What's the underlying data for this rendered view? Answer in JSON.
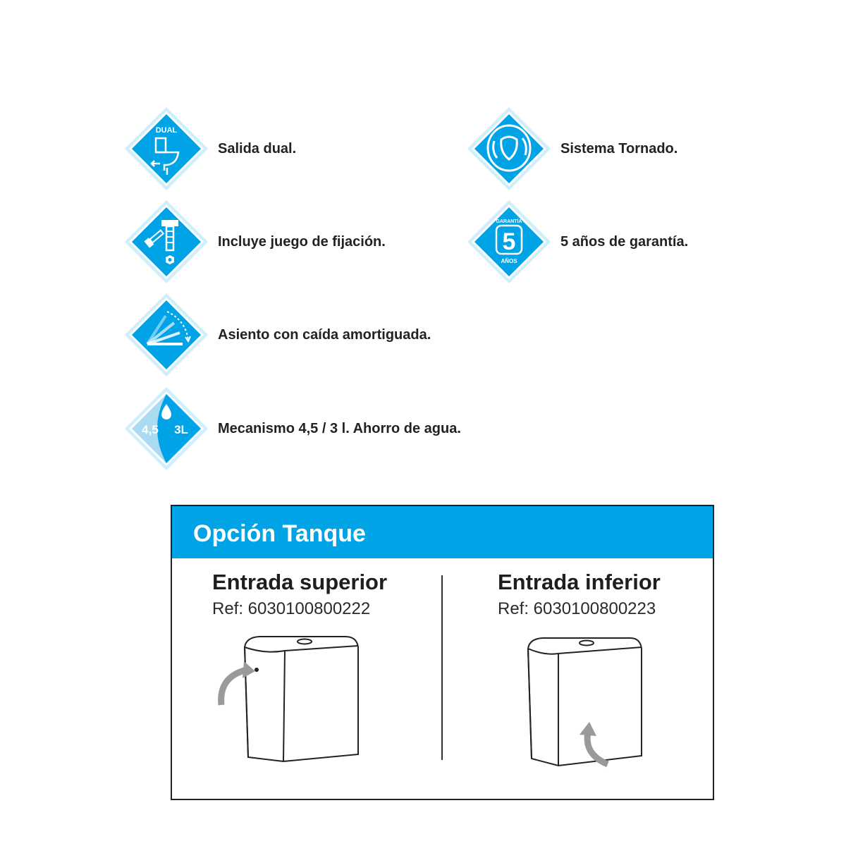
{
  "features": [
    {
      "icon": "dual-flush-icon",
      "label": "Salida dual.",
      "badge_text": "DUAL"
    },
    {
      "icon": "tornado-flush-icon",
      "label": "Sistema Tornado."
    },
    {
      "icon": "fixing-kit-icon",
      "label": "Incluye juego de fijación."
    },
    {
      "icon": "warranty-icon",
      "label": "5 años de garantía.",
      "badge_top": "GARANTÍA",
      "badge_number": "5",
      "badge_bottom": "AÑOS"
    },
    {
      "icon": "soft-close-seat-icon",
      "label": "Asiento con caída amortiguada."
    },
    {
      "icon": "water-saving-icon",
      "label": "Mecanismo 4,5 / 3 l. Ahorro de agua.",
      "badge_left": "4,5",
      "badge_right": "3L"
    }
  ],
  "tank_option": {
    "title": "Opción Tanque",
    "options": [
      {
        "title": "Entrada superior",
        "ref": "Ref: 6030100800222",
        "icon": "tank-top-inlet-icon"
      },
      {
        "title": "Entrada inferior",
        "ref": "Ref: 6030100800223",
        "icon": "tank-bottom-inlet-icon"
      }
    ]
  },
  "colors": {
    "accent": "#00a3e6",
    "accent_light": "#cfeefb",
    "text": "#222222"
  }
}
